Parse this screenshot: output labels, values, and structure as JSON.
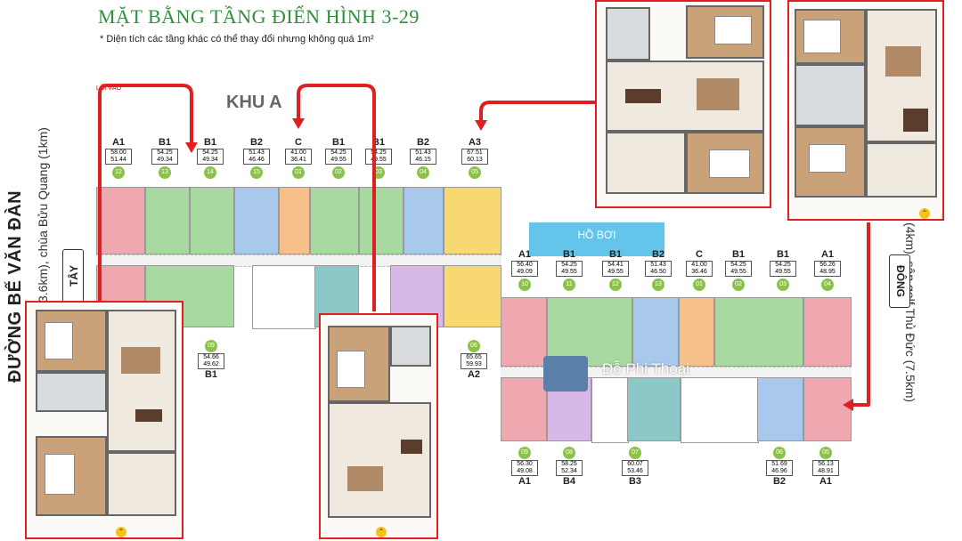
{
  "header": {
    "title": "MẶT BẰNG TẦNG ĐIỂN HÌNH 3-29",
    "subtitle": "* Diện tích các tầng khác có thể thay đổi nhưng không quá 1m²"
  },
  "side_labels": {
    "street": "ĐƯỜNG BẾ VĂN ĐÀN",
    "west_note": "3.6km), chùa Bửu Quang (1km)",
    "east_note": "(4km), sân golf Thủ Đức (7.5km)",
    "west": "TÂY",
    "east": "ĐÔNG",
    "lobby": "LỐI VÀO"
  },
  "zone": {
    "label": "KHU A",
    "pool": "HỒ BƠI"
  },
  "block_a_top": [
    {
      "type": "A1",
      "area1": "58.00",
      "area2": "51.44",
      "no": "12"
    },
    {
      "type": "B1",
      "area1": "54.25",
      "area2": "49.34",
      "no": "13"
    },
    {
      "type": "B1",
      "area1": "54.25",
      "area2": "49.34",
      "no": "14"
    },
    {
      "type": "B2",
      "area1": "51.43",
      "area2": "46.46",
      "no": "15"
    },
    {
      "type": "C",
      "area1": "41.00",
      "area2": "36.41",
      "no": "01"
    },
    {
      "type": "B1",
      "area1": "54.25",
      "area2": "49.55",
      "no": "02"
    },
    {
      "type": "B1",
      "area1": "54.25",
      "area2": "49.55",
      "no": "03"
    },
    {
      "type": "B2",
      "area1": "51.43",
      "area2": "46.15",
      "no": "04"
    },
    {
      "type": "A3",
      "area1": "67.51",
      "area2": "60.13",
      "no": "05"
    }
  ],
  "block_a_bottom": [
    {
      "type": "B1",
      "area1": "54.66",
      "area2": "49.62",
      "no": "09"
    },
    {
      "type": "A2",
      "area1": "65.65",
      "area2": "59.93",
      "no": "06"
    }
  ],
  "block_b_top": [
    {
      "type": "A1",
      "area1": "56.40",
      "area2": "49.09",
      "no": "10"
    },
    {
      "type": "B1",
      "area1": "54.25",
      "area2": "49.55",
      "no": "11"
    },
    {
      "type": "B1",
      "area1": "54.41",
      "area2": "49.55",
      "no": "12"
    },
    {
      "type": "B2",
      "area1": "51.43",
      "area2": "46.50",
      "no": "13"
    },
    {
      "type": "C",
      "area1": "41.00",
      "area2": "36.46",
      "no": "01"
    },
    {
      "type": "B1",
      "area1": "54.25",
      "area2": "49.55",
      "no": "02"
    },
    {
      "type": "B1",
      "area1": "54.25",
      "area2": "49.55",
      "no": "03"
    },
    {
      "type": "A1",
      "area1": "56.26",
      "area2": "48.95",
      "no": "04"
    }
  ],
  "block_b_bottom": [
    {
      "type": "A1",
      "area1": "56.30",
      "area2": "49.08",
      "no": "09"
    },
    {
      "type": "B4",
      "area1": "58.25",
      "area2": "52.34",
      "no": "08"
    },
    {
      "type": "B3",
      "area1": "60.07",
      "area2": "53.46",
      "no": "07"
    },
    {
      "type": "B2",
      "area1": "51.69",
      "area2": "46.96",
      "no": "06"
    },
    {
      "type": "A1",
      "area1": "56.13",
      "area2": "48.91",
      "no": "05"
    }
  ],
  "watermark": "Đỗ Phi Thoại",
  "colors": {
    "title": "#2f8f3a",
    "highlight": "#e02020",
    "pool": "#65c4ea"
  }
}
